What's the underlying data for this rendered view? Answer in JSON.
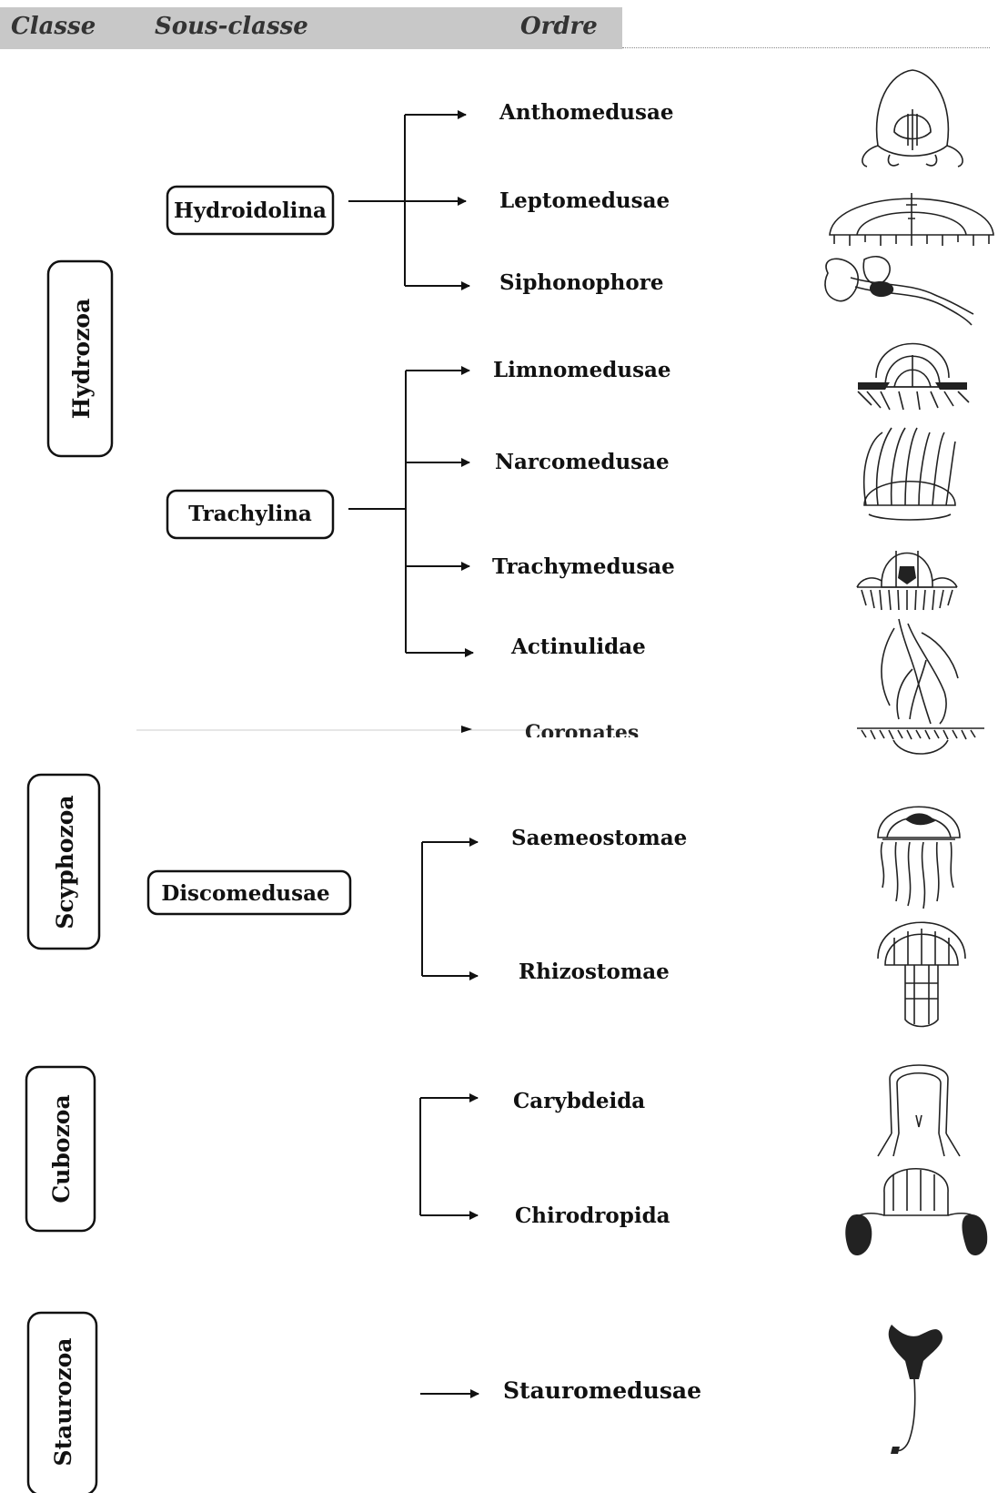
{
  "header": {
    "classe": "Classe",
    "sous_classe": "Sous-classe",
    "ordre": "Ordre"
  },
  "classes": {
    "hydrozoa": "Hydrozoa",
    "scyphozoa": "Scyphozoa",
    "cubozoa": "Cubozoa",
    "staurozoa": "Staurozoa"
  },
  "subclasses": {
    "hydroidolina": "Hydroidolina",
    "trachylina": "Trachylina",
    "discomedusae": "Discomedusae"
  },
  "orders": {
    "anthomedusae": "Anthomedusae",
    "leptomedusae": "Leptomedusae",
    "siphonophore": "Siphonophore",
    "limnomedusae": "Limnomedusae",
    "narcomedusae": "Narcomedusae",
    "trachymedusae": "Trachymedusae",
    "actinulidae": "Actinulidae",
    "coronates": "Coronates",
    "saemeostomae": "Saemeostomae",
    "rhizostomae": "Rhizostomae",
    "carybdeida": "Carybdeida",
    "chirodropida": "Chirodropida",
    "stauromedusae": "Stauromedusae"
  }
}
